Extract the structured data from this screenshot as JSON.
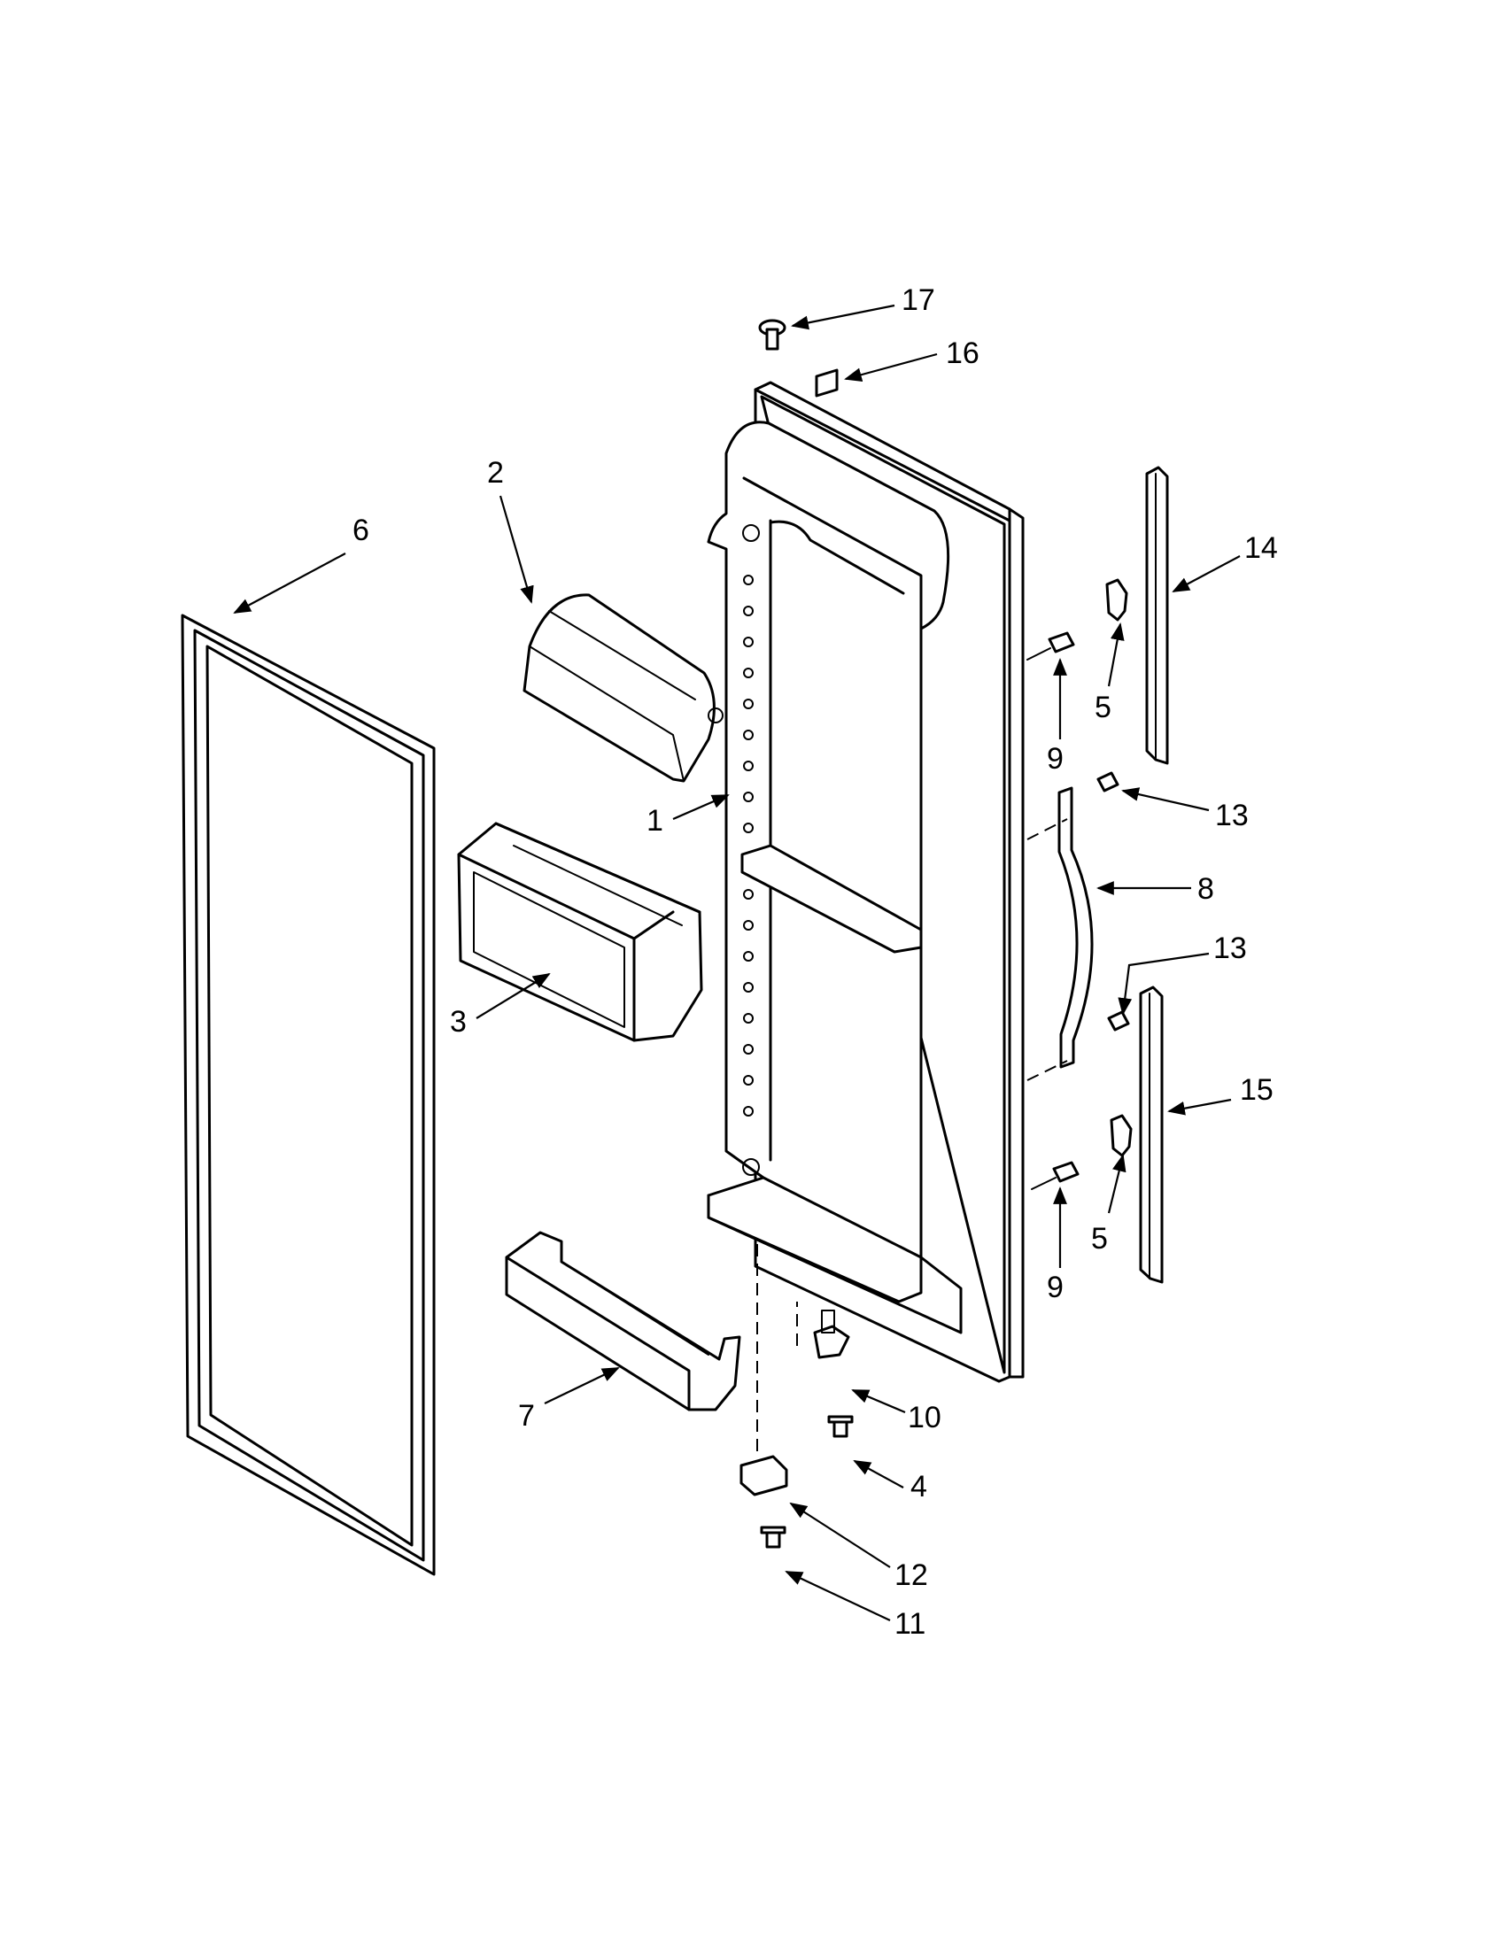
{
  "callouts": {
    "c1": "1",
    "c2": "2",
    "c3": "3",
    "c4": "4",
    "c5a": "5",
    "c5b": "5",
    "c6": "6",
    "c7": "7",
    "c8": "8",
    "c9a": "9",
    "c9b": "9",
    "c10": "10",
    "c11": "11",
    "c12": "12",
    "c13a": "13",
    "c13b": "13",
    "c14": "14",
    "c15": "15",
    "c16": "16",
    "c17": "17"
  },
  "colors": {
    "line": "#000000",
    "background": "#ffffff"
  }
}
